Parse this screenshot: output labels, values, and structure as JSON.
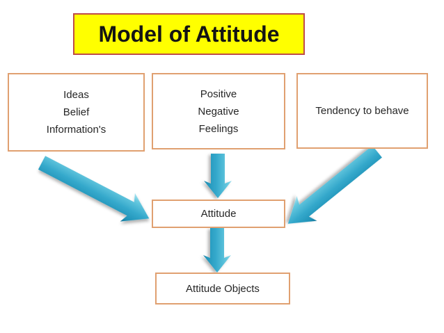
{
  "slide": {
    "title": "Model of Attitude",
    "boxes": {
      "cognitive": {
        "lines": [
          "Ideas",
          "Belief",
          "Information's"
        ]
      },
      "affective": {
        "lines": [
          "Positive",
          "Negative",
          "Feelings"
        ]
      },
      "behavioral": {
        "line": "Tendency to behave"
      },
      "attitude": {
        "label": "Attitude"
      },
      "attitude_objects": {
        "label": "Attitude Objects"
      }
    },
    "arrows": [
      {
        "name": "ideas-to-attitude-arrow",
        "direction": "down-right"
      },
      {
        "name": "feelings-to-attitude-arrow",
        "direction": "down"
      },
      {
        "name": "tendency-to-attitude-arrow",
        "direction": "down-left"
      },
      {
        "name": "attitude-to-objects-arrow",
        "direction": "down"
      }
    ],
    "colors": {
      "title_bg": "#FFFF00",
      "title_border": "#BE4B48",
      "box_border": "#E0A070",
      "arrow_teal": "#35A9CB",
      "text": "#262626"
    }
  }
}
